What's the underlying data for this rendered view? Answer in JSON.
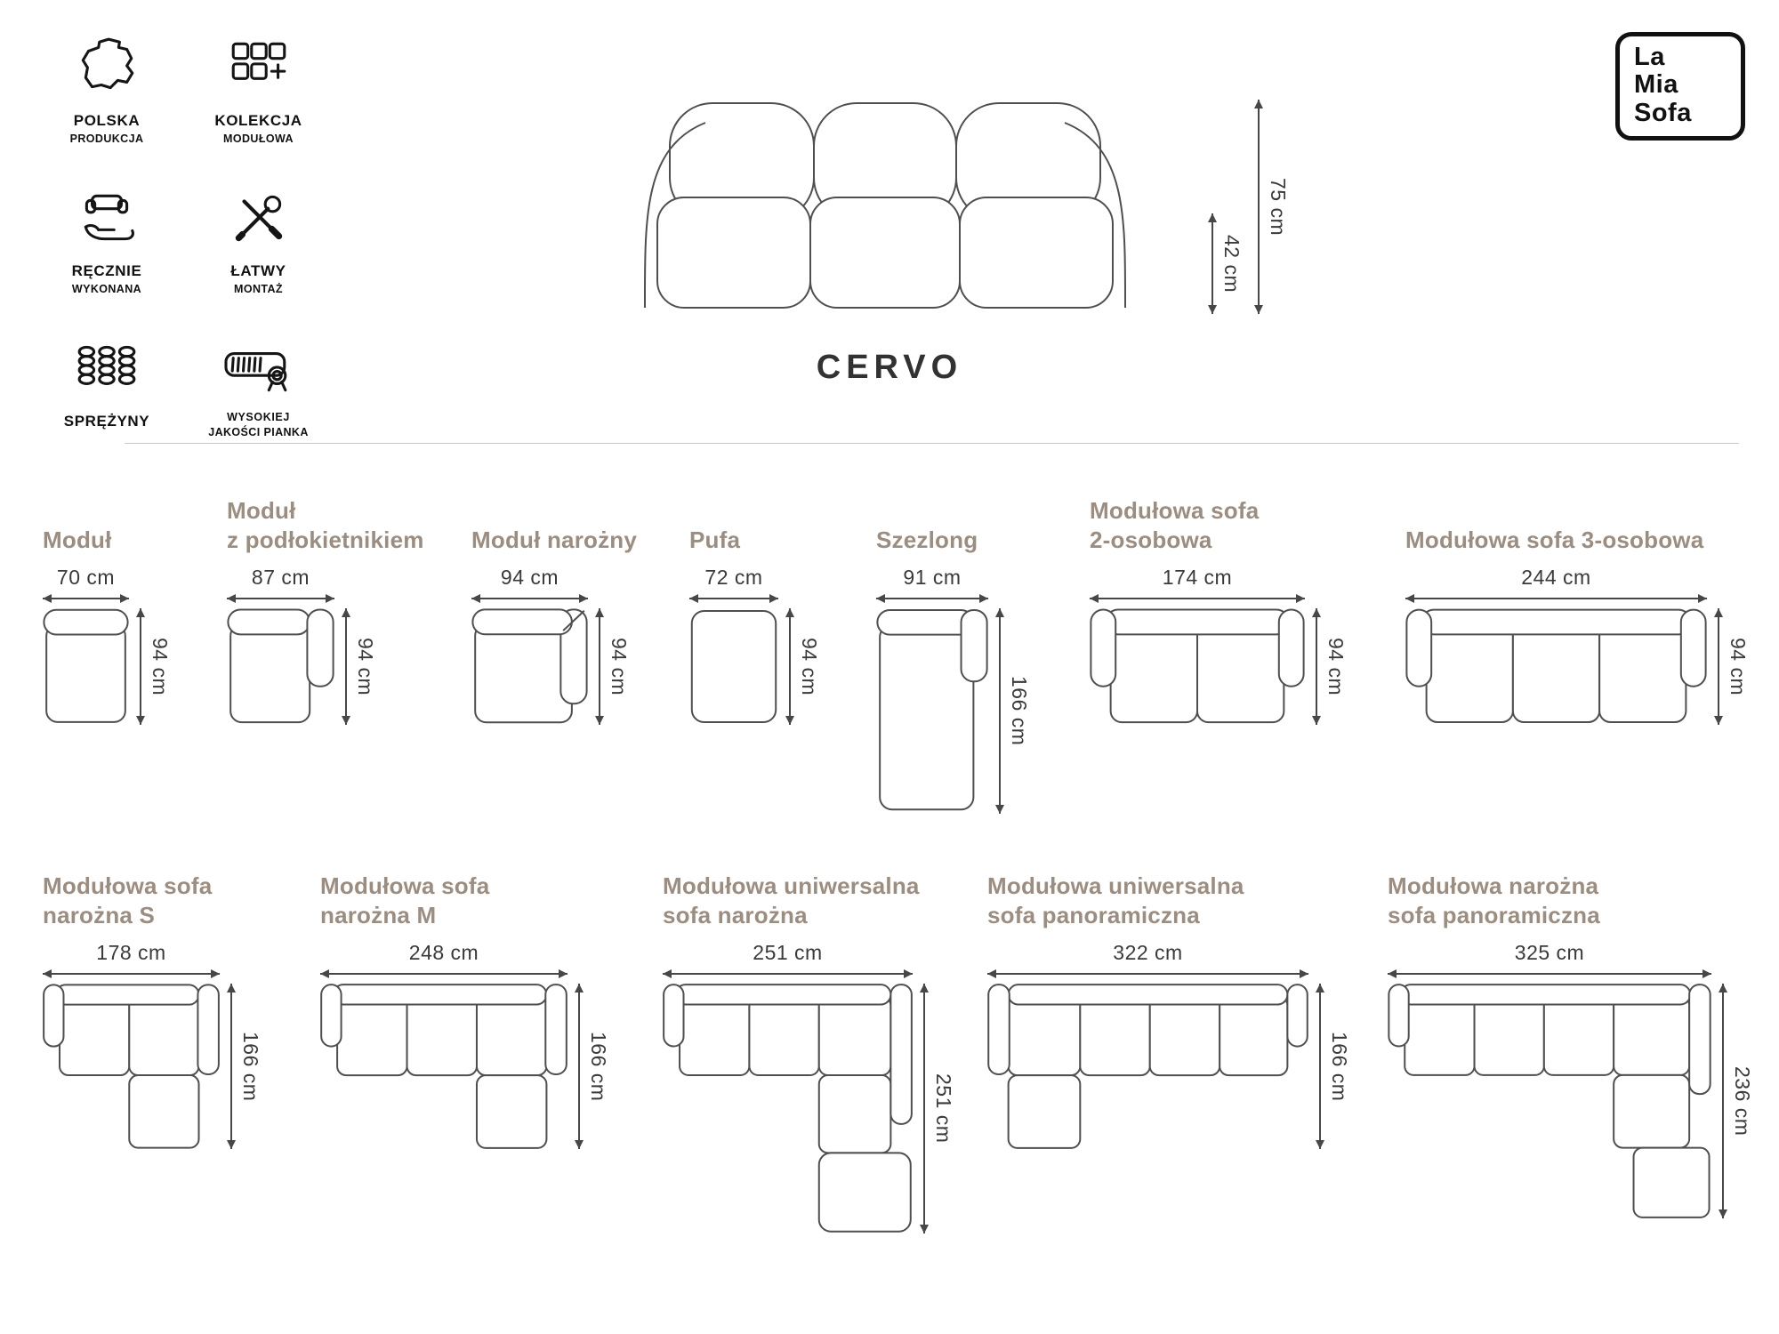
{
  "badges": [
    {
      "title": "POLSKA",
      "subtitle": "PRODUKCJA",
      "icon": "poland-map-icon"
    },
    {
      "title": "KOLEKCJA",
      "subtitle": "MODUŁOWA",
      "icon": "modular-collection-icon"
    },
    {
      "title": "RĘCZNIE",
      "subtitle": "WYKONANA",
      "icon": "handmade-icon"
    },
    {
      "title": "ŁATWY",
      "subtitle": "MONTAŻ",
      "icon": "easy-assembly-tools-icon"
    },
    {
      "title": "SPRĘŻYNY",
      "subtitle": "",
      "icon": "springs-icon"
    },
    {
      "title": "WYSOKIEJ",
      "subtitle": "JAKOŚCI PIANKA",
      "icon": "high-quality-foam-icon"
    }
  ],
  "logo": {
    "lines": [
      "La",
      "Mia",
      "Sofa"
    ]
  },
  "hero": {
    "name": "CERVO",
    "height_total": "75 cm",
    "height_seat": "42 cm"
  },
  "modules_row1": [
    {
      "title": "Moduł",
      "width": "70 cm",
      "height": "94 cm"
    },
    {
      "title": "Moduł\nz podłokietnikiem",
      "width": "87 cm",
      "height": "94 cm"
    },
    {
      "title": "Moduł narożny",
      "width": "94 cm",
      "height": "94 cm"
    },
    {
      "title": "Pufa",
      "width": "72 cm",
      "height": "94 cm"
    },
    {
      "title": "Szezlong",
      "width": "91 cm",
      "height": "166 cm"
    },
    {
      "title": "Modułowa sofa\n2-osobowa",
      "width": "174 cm",
      "height": "94 cm"
    },
    {
      "title": "Modułowa sofa 3-osobowa",
      "width": "244 cm",
      "height": "94 cm"
    }
  ],
  "modules_row2": [
    {
      "title": "Modułowa sofa\nnarożna S",
      "width": "178 cm",
      "height": "166 cm"
    },
    {
      "title": "Modułowa sofa\nnarożna M",
      "width": "248 cm",
      "height": "166 cm"
    },
    {
      "title": "Modułowa uniwersalna\nsofa narożna",
      "width": "251 cm",
      "height": "251 cm"
    },
    {
      "title": "Modułowa uniwersalna\nsofa panoramiczna",
      "width": "322 cm",
      "height": "166 cm"
    },
    {
      "title": "Modułowa narożna\nsofa panoramiczna",
      "width": "325 cm",
      "height": "236 cm"
    }
  ]
}
